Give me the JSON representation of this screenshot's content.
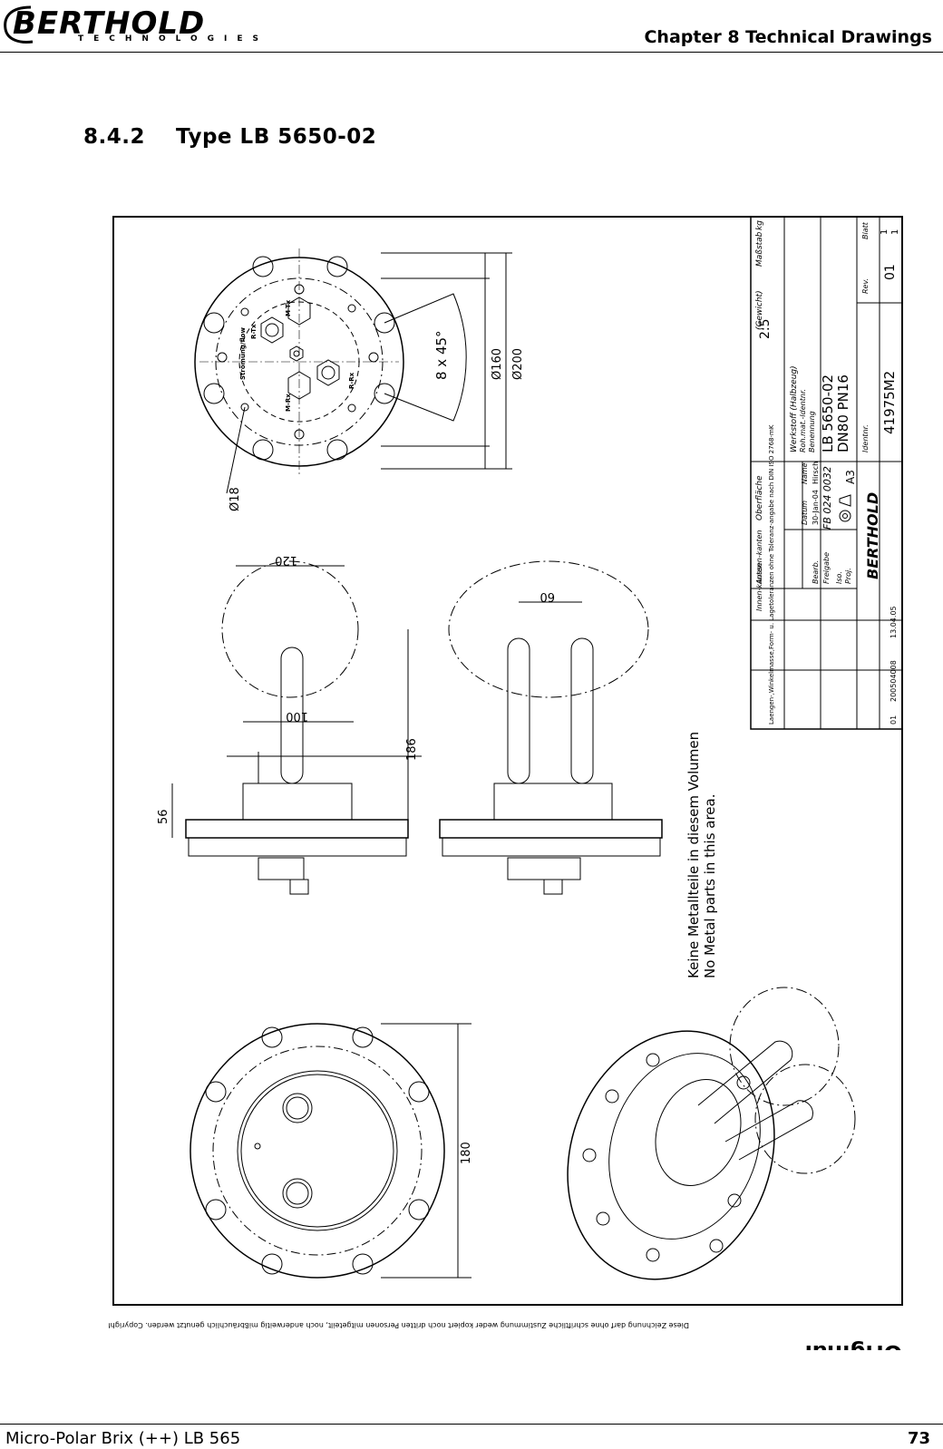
{
  "header": {
    "logo_main": "BERTHOLD",
    "logo_sub": "TECHNOLOGIES",
    "chapter": "Chapter 8 Technical Drawings"
  },
  "section": {
    "title": "8.4.2    Type LB 5650-02"
  },
  "drawing": {
    "dims": {
      "d160": "Ø160",
      "d200": "Ø200",
      "angle": "8 x 45°",
      "d18": "Ø18",
      "w120": "120",
      "w100": "100",
      "h186": "186",
      "h56": "56",
      "w60": "60",
      "h180": "180"
    },
    "port_labels": {
      "mtx": "M-Tx",
      "rtx": "R-Tx",
      "mrx": "M-Rx",
      "rrx": "R-Rx",
      "flow": "Strömung/flow"
    },
    "note_de": "Keine Metallteile in diesem Volumen",
    "note_en": "No Metal parts in this area.",
    "title_block": {
      "scale_label": "Maßstab",
      "scale": "2:5",
      "weight_label": "(Gewicht)",
      "weight_unit": "kg",
      "material": "Werkstoff (Halbzeug)",
      "rohmat": "Roh.mat.-Identnr.",
      "benennung": "Benennung",
      "name1": "LB 5650-02",
      "name2": "DN80 PN16",
      "ident_label": "Identnr.",
      "ident": "41975M2",
      "rev_label": "Rev.",
      "rev": "01",
      "blatt_label": "Blatt",
      "blatt": "1",
      "blatt_total": "1",
      "oberflaeche": "Oberfläche",
      "innen": "Innen-kanten",
      "aussen": "Aussen-kanten",
      "datum": "Datum",
      "name_col": "Name",
      "bearb": "Bearb.",
      "bearb_date": "30-Jan-04",
      "bearb_name": "Hirsch",
      "freigabe": "Freigabe",
      "freigabe_no": "FB 024 0032",
      "iso": "Iso.",
      "proj": "Proj.",
      "format": "A3",
      "tolerance": "Laengen-,Winkelmasse,Form- u. Lagetoleranzen ohne Toleranz-angabe nach DIN ISO 2768-mK",
      "change_no": "01",
      "change_ref": "200504008",
      "change_date": "13.04.05",
      "logo": "BERTHOLD"
    },
    "copyright": "Diese Zeichnung darf ohne schriftliche Zustimmung weder kopiert noch dritten Personen mitgeteilt, noch anderweitig mißbräuchlich genutzt werden. Copyrights reserved",
    "stamp": "Original"
  },
  "footer": {
    "manual": "Micro-Polar Brix (++) LB 565",
    "page": "73"
  }
}
